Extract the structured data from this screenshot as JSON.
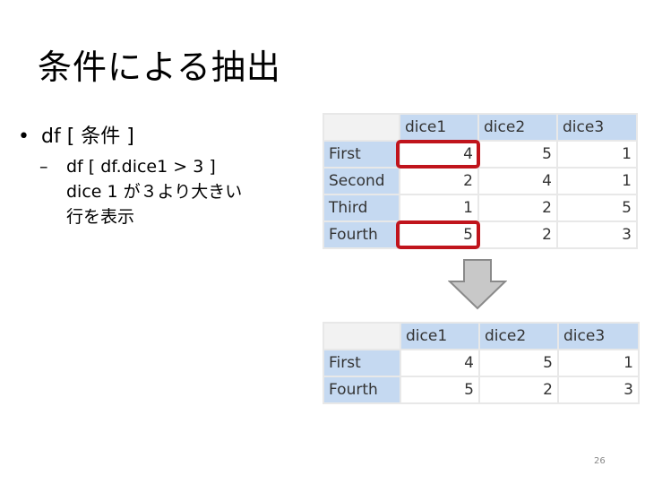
{
  "slide": {
    "title": "条件による抽出",
    "bullet1": "df [ 条件 ]",
    "bullet1_marker": "•",
    "bullet2_marker": "–",
    "bullet2_line1": "df [ df.dice1 > 3 ]",
    "bullet2_line2": "dice 1 が３より大きい",
    "bullet2_line3": "行を表示",
    "page_number": "26"
  },
  "table_full": {
    "columns": [
      "dice1",
      "dice2",
      "dice3"
    ],
    "rows": [
      {
        "index": "First",
        "values": [
          "4",
          "5",
          "1"
        ]
      },
      {
        "index": "Second",
        "values": [
          "2",
          "4",
          "1"
        ]
      },
      {
        "index": "Third",
        "values": [
          "1",
          "2",
          "5"
        ]
      },
      {
        "index": "Fourth",
        "values": [
          "5",
          "2",
          "3"
        ]
      }
    ]
  },
  "table_filtered": {
    "columns": [
      "dice1",
      "dice2",
      "dice3"
    ],
    "rows": [
      {
        "index": "First",
        "values": [
          "4",
          "5",
          "1"
        ]
      },
      {
        "index": "Fourth",
        "values": [
          "5",
          "2",
          "3"
        ]
      }
    ]
  },
  "colors": {
    "highlight": "#c0141c",
    "header_fill": "#c5d9f1",
    "arrow_fill": "#c8c8c8"
  },
  "icons": {
    "arrow": "down-arrow-icon"
  }
}
